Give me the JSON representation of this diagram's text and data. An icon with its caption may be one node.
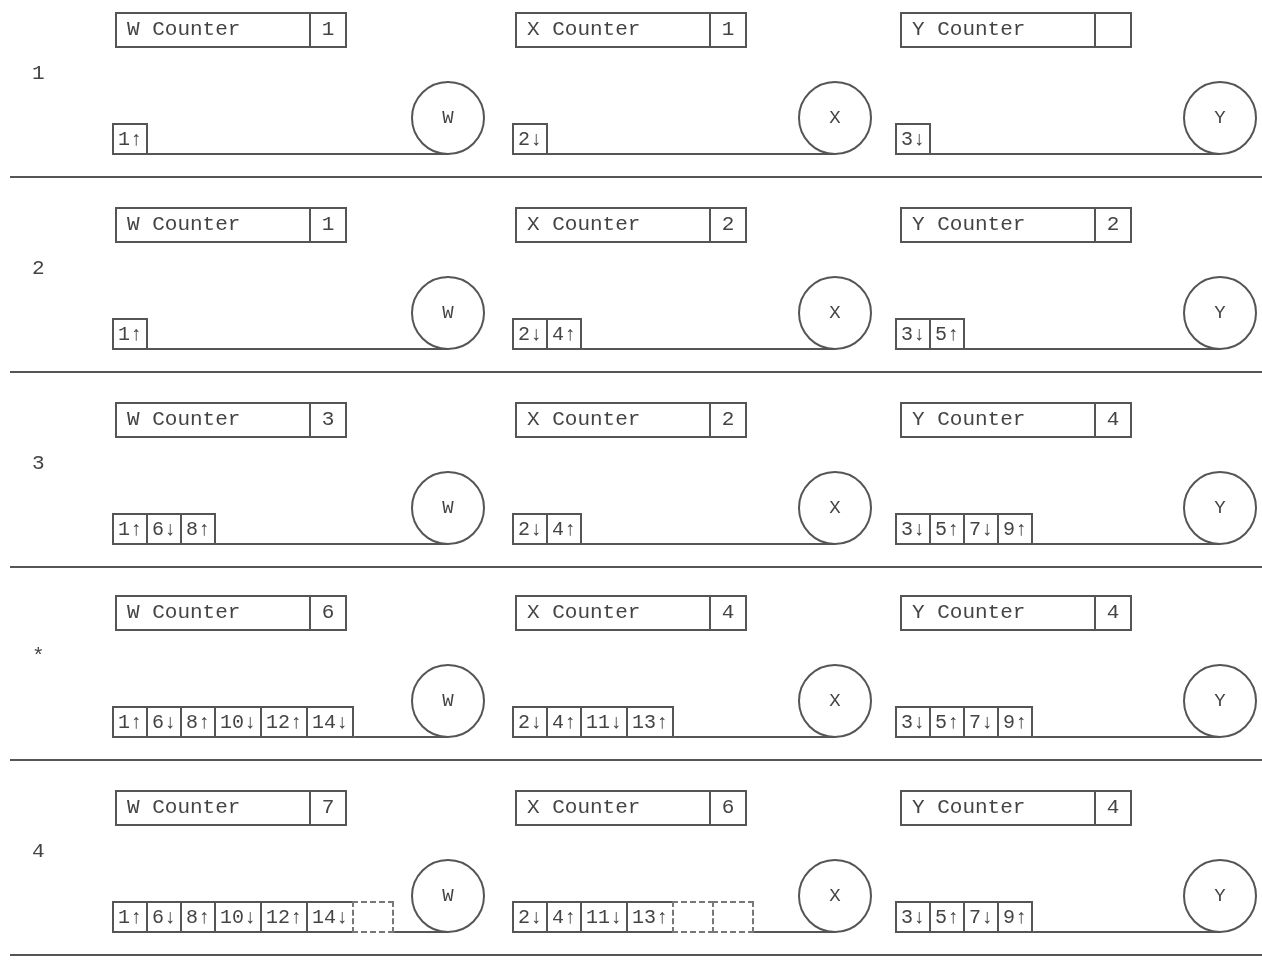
{
  "diagram": {
    "nodes": [
      {
        "text": [
          "W Counter",
          "1"
        ]
      },
      {
        "text": [
          "1↑"
        ]
      },
      {
        "text": [
          "W"
        ]
      },
      {
        "text": [
          "X Counter",
          "1"
        ]
      },
      {
        "text": [
          "2↓"
        ]
      },
      {
        "text": [
          "X"
        ]
      },
      {
        "text": [
          "Y Counter"
        ]
      },
      {
        "text": [
          "3↓"
        ]
      },
      {
        "text": [
          "Y"
        ]
      },
      {
        "text": [
          "W Counter",
          "1"
        ]
      },
      {
        "text": [
          "1↑"
        ]
      },
      {
        "text": [
          "W"
        ]
      },
      {
        "text": [
          "X Counter",
          "2"
        ]
      },
      {
        "text": [
          "2↓"
        ]
      },
      {
        "text": [
          "4↑"
        ]
      },
      {
        "text": [
          "X"
        ]
      },
      {
        "text": [
          "Y Counter",
          "2"
        ]
      },
      {
        "text": [
          "3↓"
        ]
      },
      {
        "text": [
          "5↑"
        ]
      },
      {
        "text": [
          "Y"
        ]
      },
      {
        "text": [
          "W Counter",
          "3"
        ]
      },
      {
        "text": [
          "1↑"
        ]
      },
      {
        "text": [
          "6↓"
        ]
      },
      {
        "text": [
          "8↑"
        ]
      },
      {
        "text": [
          "W"
        ]
      },
      {
        "text": [
          "X Counter",
          "2"
        ]
      },
      {
        "text": [
          "2↓"
        ]
      },
      {
        "text": [
          "4↑"
        ]
      },
      {
        "text": [
          "X"
        ]
      },
      {
        "text": [
          "Y Counter",
          "4"
        ]
      },
      {
        "text": [
          "3↓"
        ]
      },
      {
        "text": [
          "5↑"
        ]
      },
      {
        "text": [
          "7↓"
        ]
      },
      {
        "text": [
          "9↑"
        ]
      },
      {
        "text": [
          "Y"
        ]
      },
      {
        "text": [
          "W Counter",
          "6"
        ]
      },
      {
        "text": [
          "1↑"
        ]
      },
      {
        "text": [
          "6↓"
        ]
      },
      {
        "text": [
          "8↑"
        ]
      },
      {
        "text": [
          "10↓"
        ]
      },
      {
        "text": [
          "12↑"
        ]
      },
      {
        "text": [
          "14↓"
        ]
      },
      {
        "text": [
          "W"
        ]
      },
      {
        "text": [
          "X Counter",
          "4"
        ]
      },
      {
        "text": [
          "2↓"
        ]
      },
      {
        "text": [
          "4↑"
        ]
      },
      {
        "text": [
          "11↓"
        ]
      },
      {
        "text": [
          "13↑"
        ]
      },
      {
        "text": [
          "X"
        ]
      },
      {
        "text": [
          "Y Counter",
          "4"
        ]
      },
      {
        "text": [
          "3↓"
        ]
      },
      {
        "text": [
          "5↑"
        ]
      },
      {
        "text": [
          "7↓"
        ]
      },
      {
        "text": [
          "9↑"
        ]
      },
      {
        "text": [
          "Y"
        ]
      },
      {
        "text": [
          "W Counter",
          "7"
        ]
      },
      {
        "text": [
          "1↑"
        ]
      },
      {
        "text": [
          "6↓"
        ]
      },
      {
        "text": [
          "8↑"
        ]
      },
      {
        "text": [
          "10↓"
        ]
      },
      {
        "text": [
          "12↑"
        ]
      },
      {
        "text": [
          "14↓"
        ]
      },
      {
        "text": [],
        "shape": "box"
      },
      {
        "text": [
          "W"
        ]
      },
      {
        "text": [
          "X Counter",
          "6"
        ]
      },
      {
        "text": [
          "2↓"
        ]
      },
      {
        "text": [
          "4↑"
        ]
      },
      {
        "text": [
          "11↓"
        ]
      },
      {
        "text": [
          "13↑"
        ]
      },
      {
        "text": [],
        "shape": "box"
      },
      {
        "text": [],
        "shape": "box"
      },
      {
        "text": [
          "X"
        ]
      },
      {
        "text": [
          "Y Counter",
          "4"
        ]
      },
      {
        "text": [
          "3↓"
        ]
      },
      {
        "text": [
          "5↑"
        ]
      },
      {
        "text": [
          "7↓"
        ]
      },
      {
        "text": [
          "9↑"
        ]
      },
      {
        "text": [
          "Y"
        ]
      }
    ],
    "edges": [
      {
        "from": 1,
        "to": 2,
        "arrow": "none"
      },
      {
        "from": 4,
        "to": 5,
        "arrow": "none"
      },
      {
        "from": 7,
        "to": 8,
        "arrow": "none"
      },
      {
        "from": 10,
        "to": 11,
        "arrow": "none"
      },
      {
        "from": 14,
        "to": 15,
        "arrow": "none"
      },
      {
        "from": 18,
        "to": 19,
        "arrow": "none"
      },
      {
        "from": 23,
        "to": 24,
        "arrow": "none"
      },
      {
        "from": 27,
        "to": 28,
        "arrow": "none"
      },
      {
        "from": 33,
        "to": 34,
        "arrow": "none"
      },
      {
        "from": 41,
        "to": 42,
        "arrow": "none"
      },
      {
        "from": 47,
        "to": 48,
        "arrow": "none"
      },
      {
        "from": 53,
        "to": 54,
        "arrow": "none"
      },
      {
        "from": 62,
        "to": 63,
        "arrow": "none"
      },
      {
        "from": 70,
        "to": 71,
        "arrow": "none"
      },
      {
        "from": 76,
        "to": 77,
        "arrow": "none"
      }
    ],
    "labels": [
      "1",
      "2",
      "3",
      "*",
      "4"
    ]
  }
}
